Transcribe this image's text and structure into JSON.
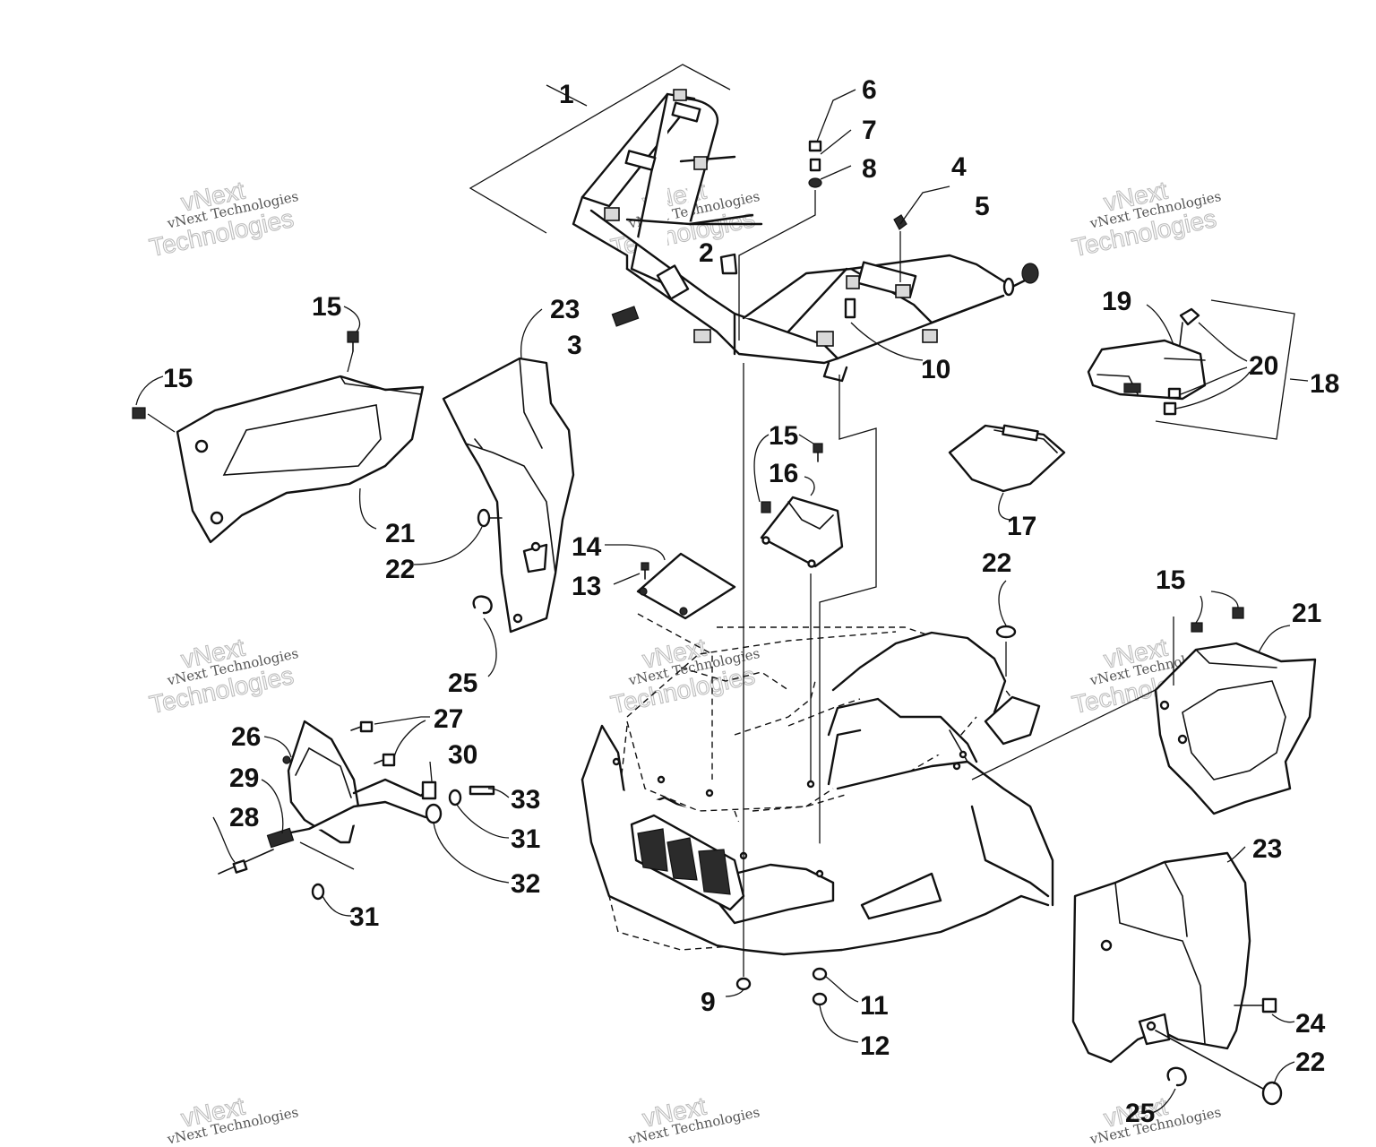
{
  "diagram": {
    "callouts": {
      "c1": "1",
      "c2": "2",
      "c3": "3",
      "c4": "4",
      "c5": "5",
      "c6": "6",
      "c7": "7",
      "c8": "8",
      "c9": "9",
      "c10": "10",
      "c11": "11",
      "c12": "12",
      "c13": "13",
      "c14": "14",
      "c15a": "15",
      "c15b": "15",
      "c15c": "15",
      "c15d": "15",
      "c16": "16",
      "c17": "17",
      "c18": "18",
      "c19": "19",
      "c20": "20",
      "c21a": "21",
      "c21b": "21",
      "c22a": "22",
      "c22b": "22",
      "c22c": "22",
      "c23a": "23",
      "c23b": "23",
      "c24": "24",
      "c25a": "25",
      "c25b": "25",
      "c26": "26",
      "c27": "27",
      "c28": "28",
      "c29": "29",
      "c30": "30",
      "c31a": "31",
      "c31b": "31",
      "c32": "32",
      "c33": "33"
    },
    "watermark": {
      "brand": "vNext",
      "company": "vNext Technologies",
      "word": "Technologies"
    },
    "colors": {
      "ink": "#111111",
      "watermark": "#bdbdbd"
    }
  }
}
